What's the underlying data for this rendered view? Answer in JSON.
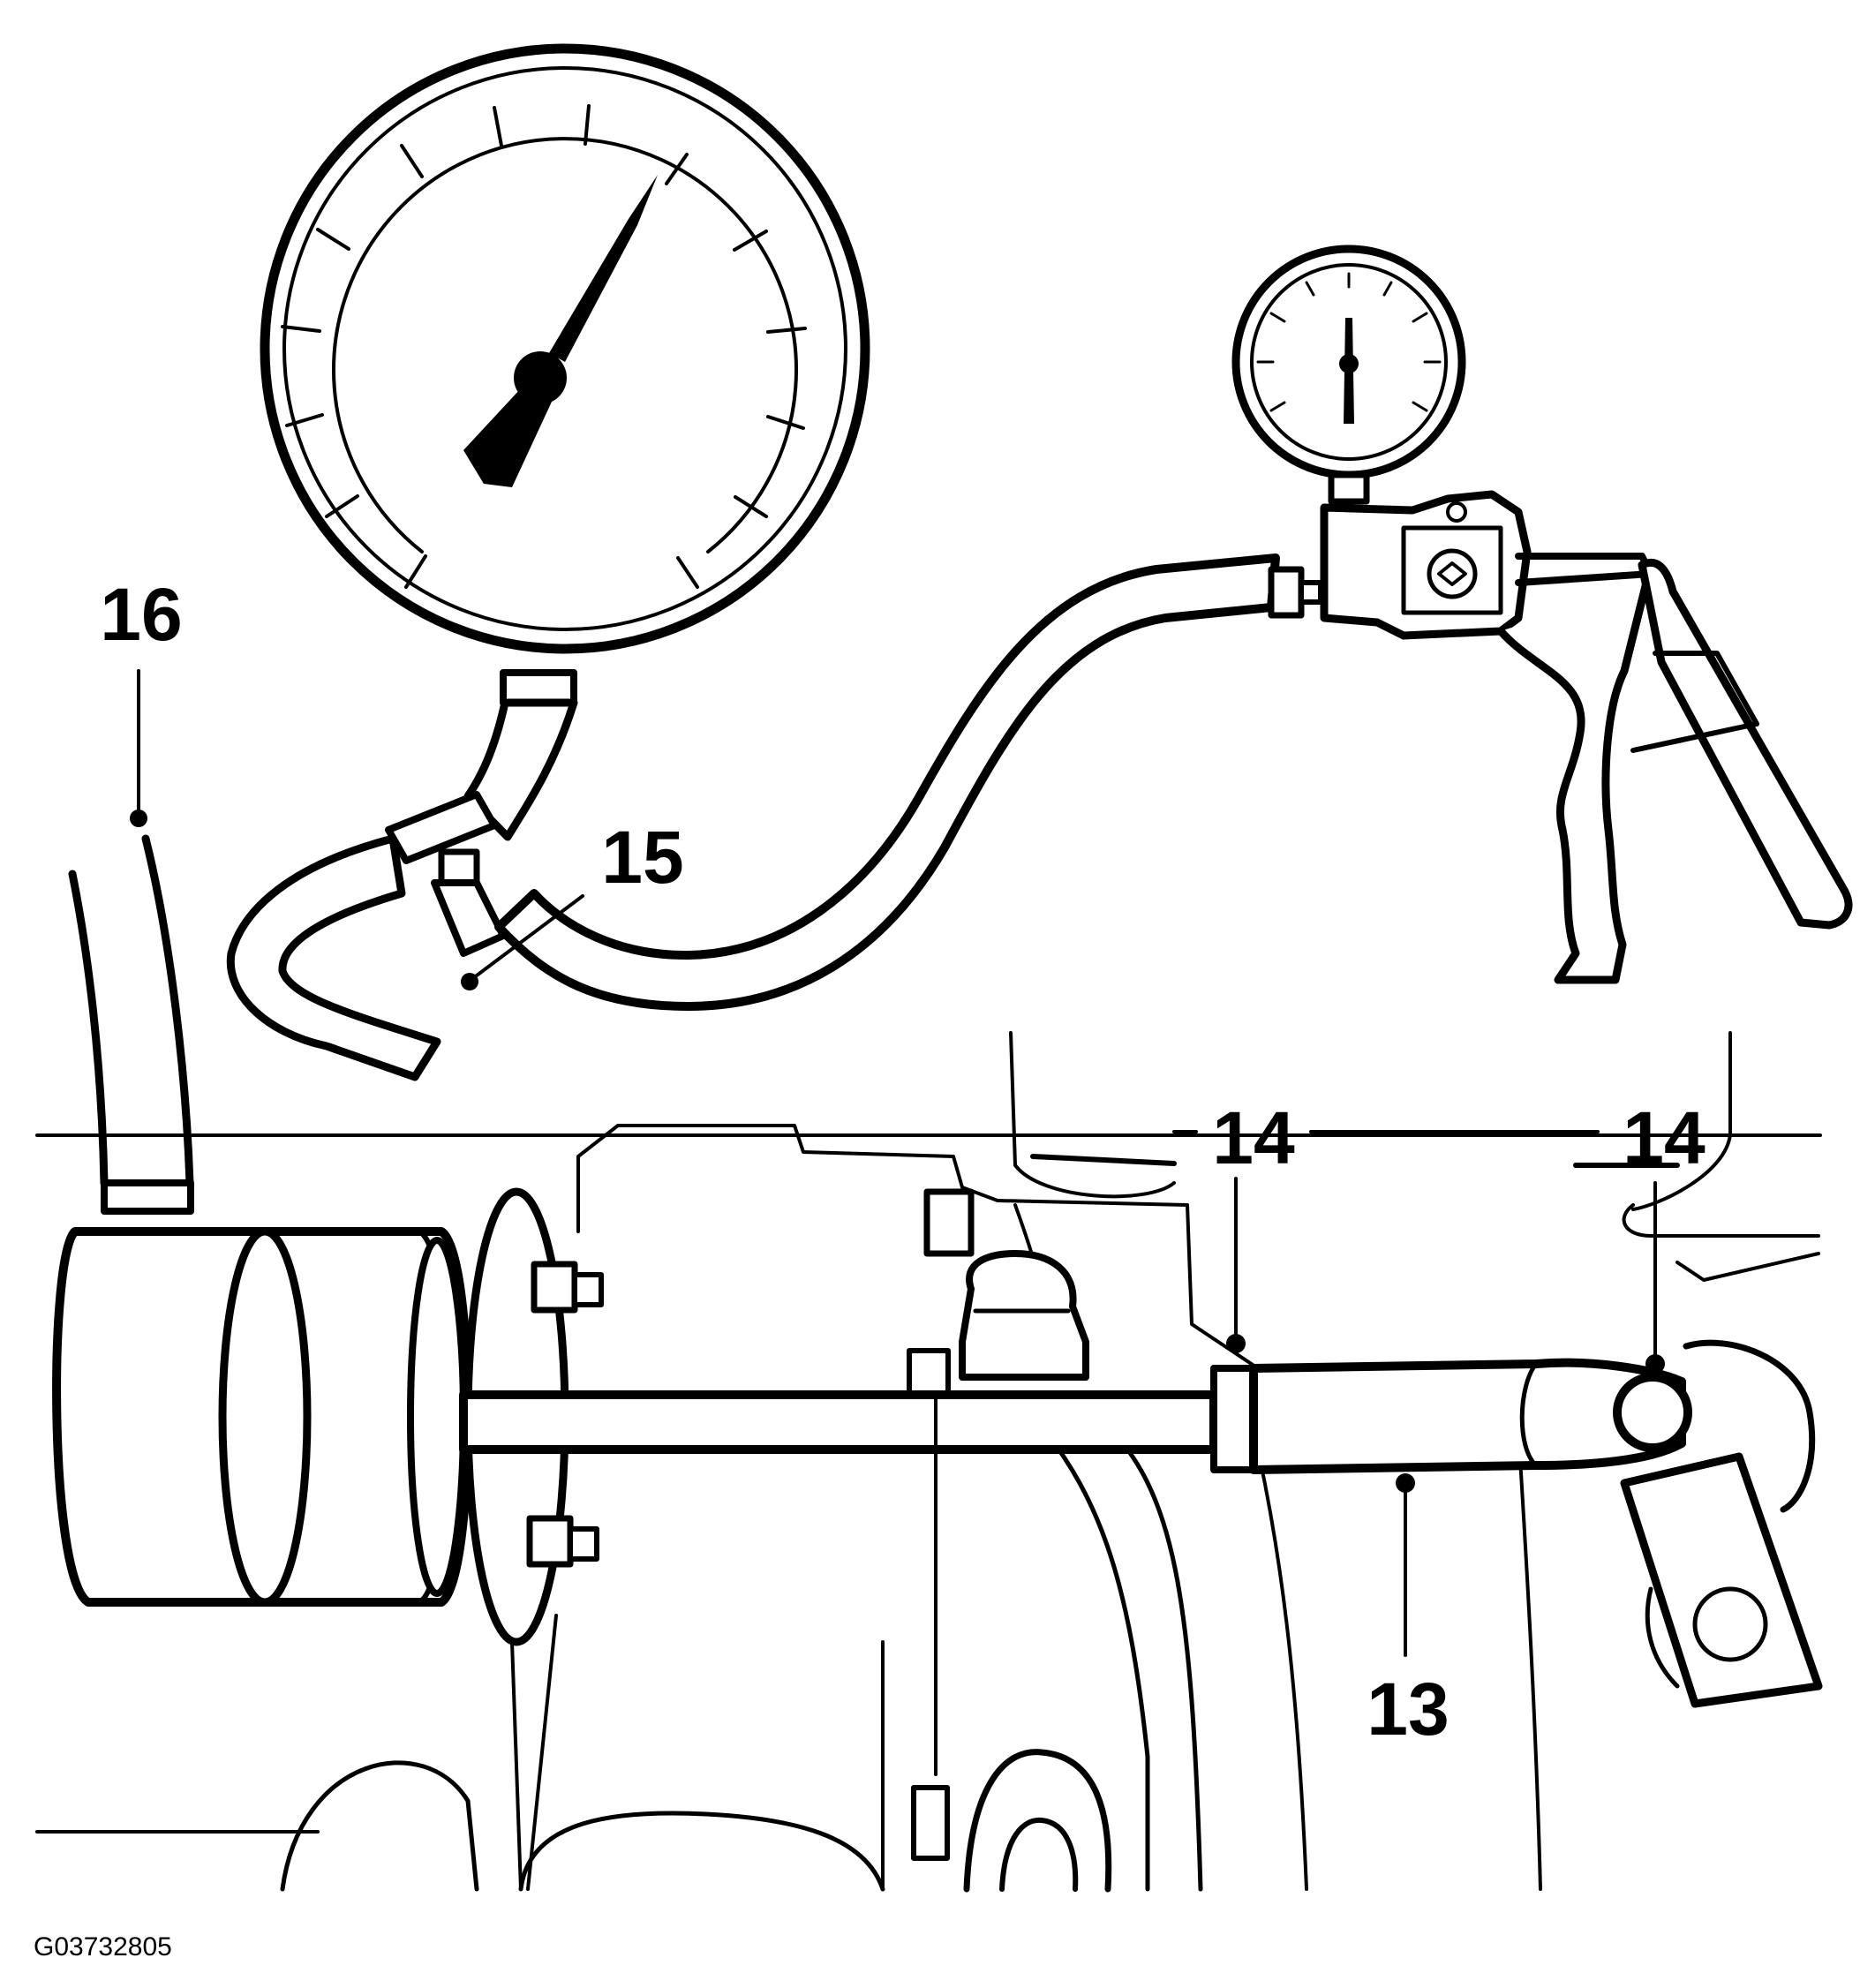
{
  "callouts": [
    {
      "id": "c13",
      "label": "13"
    },
    {
      "id": "c14a",
      "label": "14"
    },
    {
      "id": "c14b",
      "label": "14"
    },
    {
      "id": "c15",
      "label": "15"
    },
    {
      "id": "c16",
      "label": "16"
    }
  ],
  "figure_code": "G03732805"
}
